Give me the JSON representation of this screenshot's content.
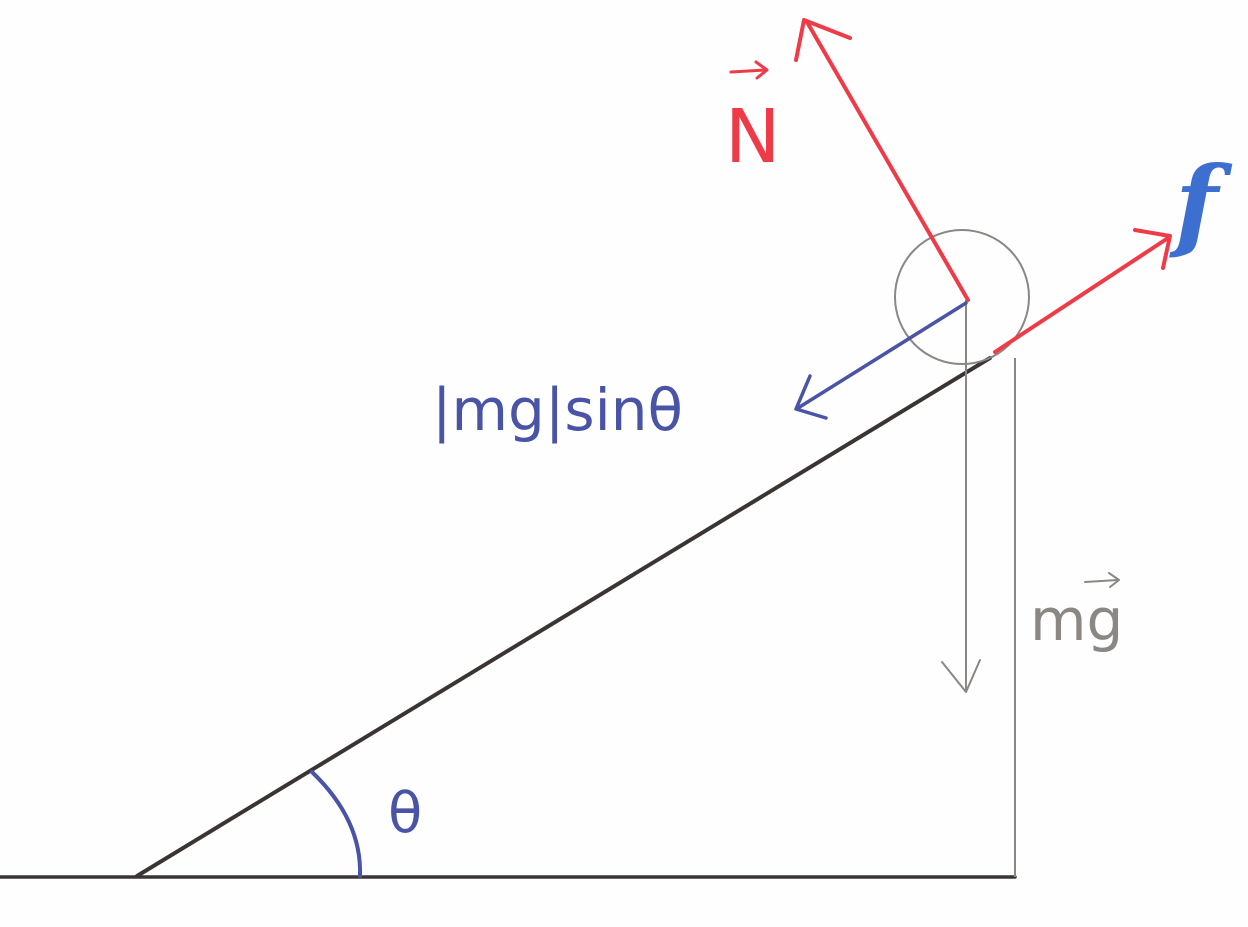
{
  "labels": {
    "normal_force": "N",
    "friction": "f",
    "gravity_component": "|mg|sinθ",
    "weight": "mg",
    "angle": "θ"
  },
  "colors": {
    "ink_black": "#3a3533",
    "ink_gray": "#8a8784",
    "ink_red": "#ef3b48",
    "ink_blue": "#4a54a6",
    "ink_light_blue": "#3d6fd1"
  }
}
